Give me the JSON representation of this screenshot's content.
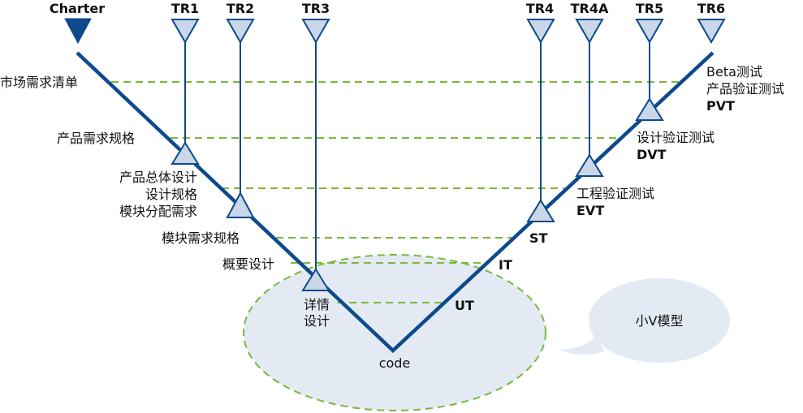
{
  "colors": {
    "line": "#0d4a8c",
    "triangle_fill": "#c9d7e8",
    "dash": "#7ab83a",
    "ellipse_fill": "#e4eaf3"
  },
  "gates": [
    {
      "label": "Charter"
    },
    {
      "label": "TR1"
    },
    {
      "label": "TR2"
    },
    {
      "label": "TR3"
    },
    {
      "label": "TR4"
    },
    {
      "label": "TR4A"
    },
    {
      "label": "TR5"
    },
    {
      "label": "TR6"
    }
  ],
  "left_side": {
    "market_requirements": "市场需求清单",
    "product_requirements": "产品需求规格",
    "overall_design": [
      "产品总体设计",
      "设计规格",
      "模块分配需求"
    ],
    "module_requirements": "模块需求规格",
    "outline_design": "概要设计",
    "detail_design": [
      "详情",
      "设计"
    ]
  },
  "bottom": {
    "code": "code"
  },
  "right_side": {
    "ut": "UT",
    "it": "IT",
    "st": "ST",
    "evt": [
      "工程验证测试",
      "EVT"
    ],
    "dvt": [
      "设计验证测试",
      "DVT"
    ],
    "pvt": [
      "Beta测试",
      "产品验证测试",
      "PVT"
    ]
  },
  "bubble": {
    "label": "小V模型"
  }
}
